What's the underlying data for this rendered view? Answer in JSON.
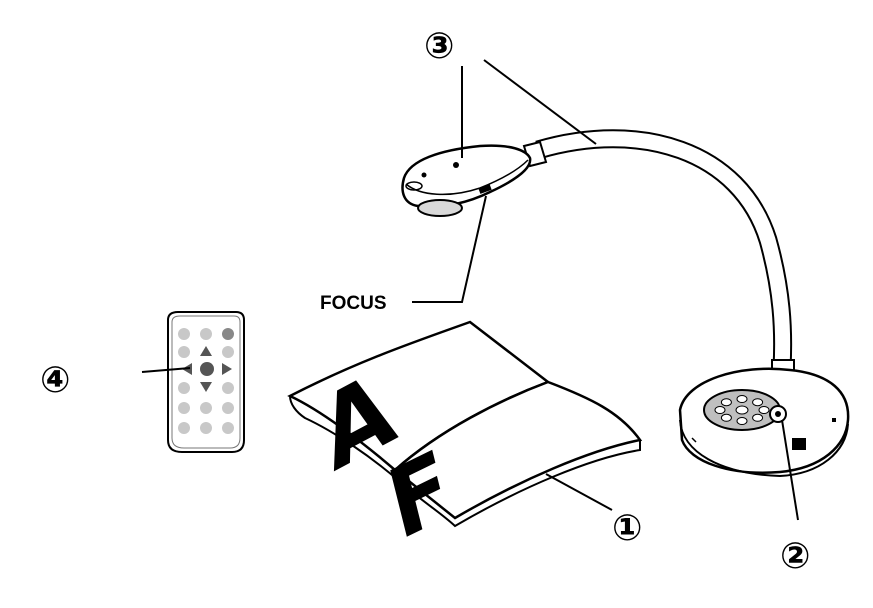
{
  "callouts": {
    "one": "①",
    "two": "②",
    "three": "③",
    "four": "④"
  },
  "focus_label": "FOCUS",
  "page_letters": {
    "left": "A",
    "right": "F"
  },
  "colors": {
    "ink": "#000000",
    "body_gray": "#d9d9d9",
    "panel_gray": "#bfbfbf",
    "remote_button": "#c8c8c8",
    "background": "#ffffff"
  },
  "icons": {
    "remote_arrows": "triangle-arrows",
    "remote_center": "ok-button"
  }
}
